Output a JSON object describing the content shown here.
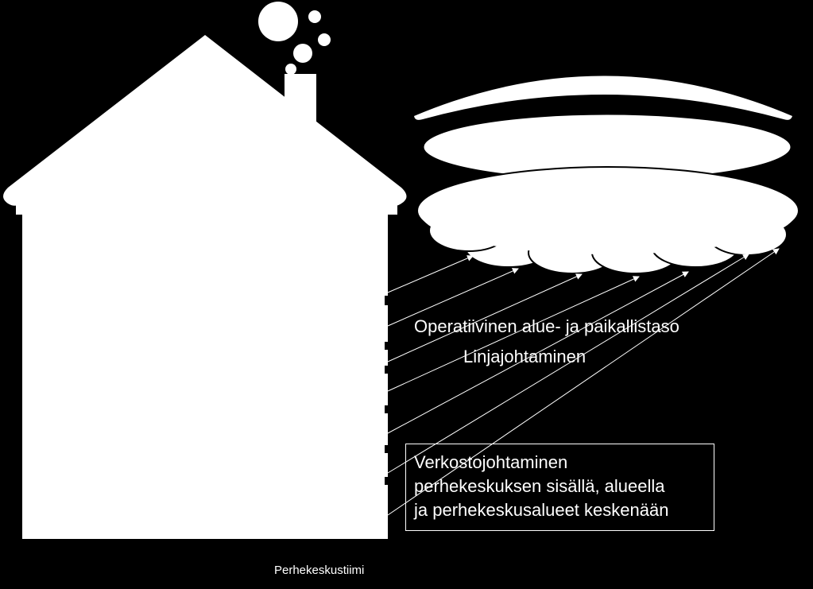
{
  "labels": {
    "operational_level": "Operatiivinen alue- ja paikallistaso",
    "line_management": "Linjajohtaminen",
    "network_management": [
      "Verkostojohtaminen",
      "perhekeskuksen sisällä, alueella",
      "ja perhekeskusalueet keskenään"
    ],
    "house_caption": "Perhekeskustiimi"
  },
  "colors": {
    "background": "#000000",
    "shapes": "#ffffff",
    "text": "#ffffff"
  }
}
